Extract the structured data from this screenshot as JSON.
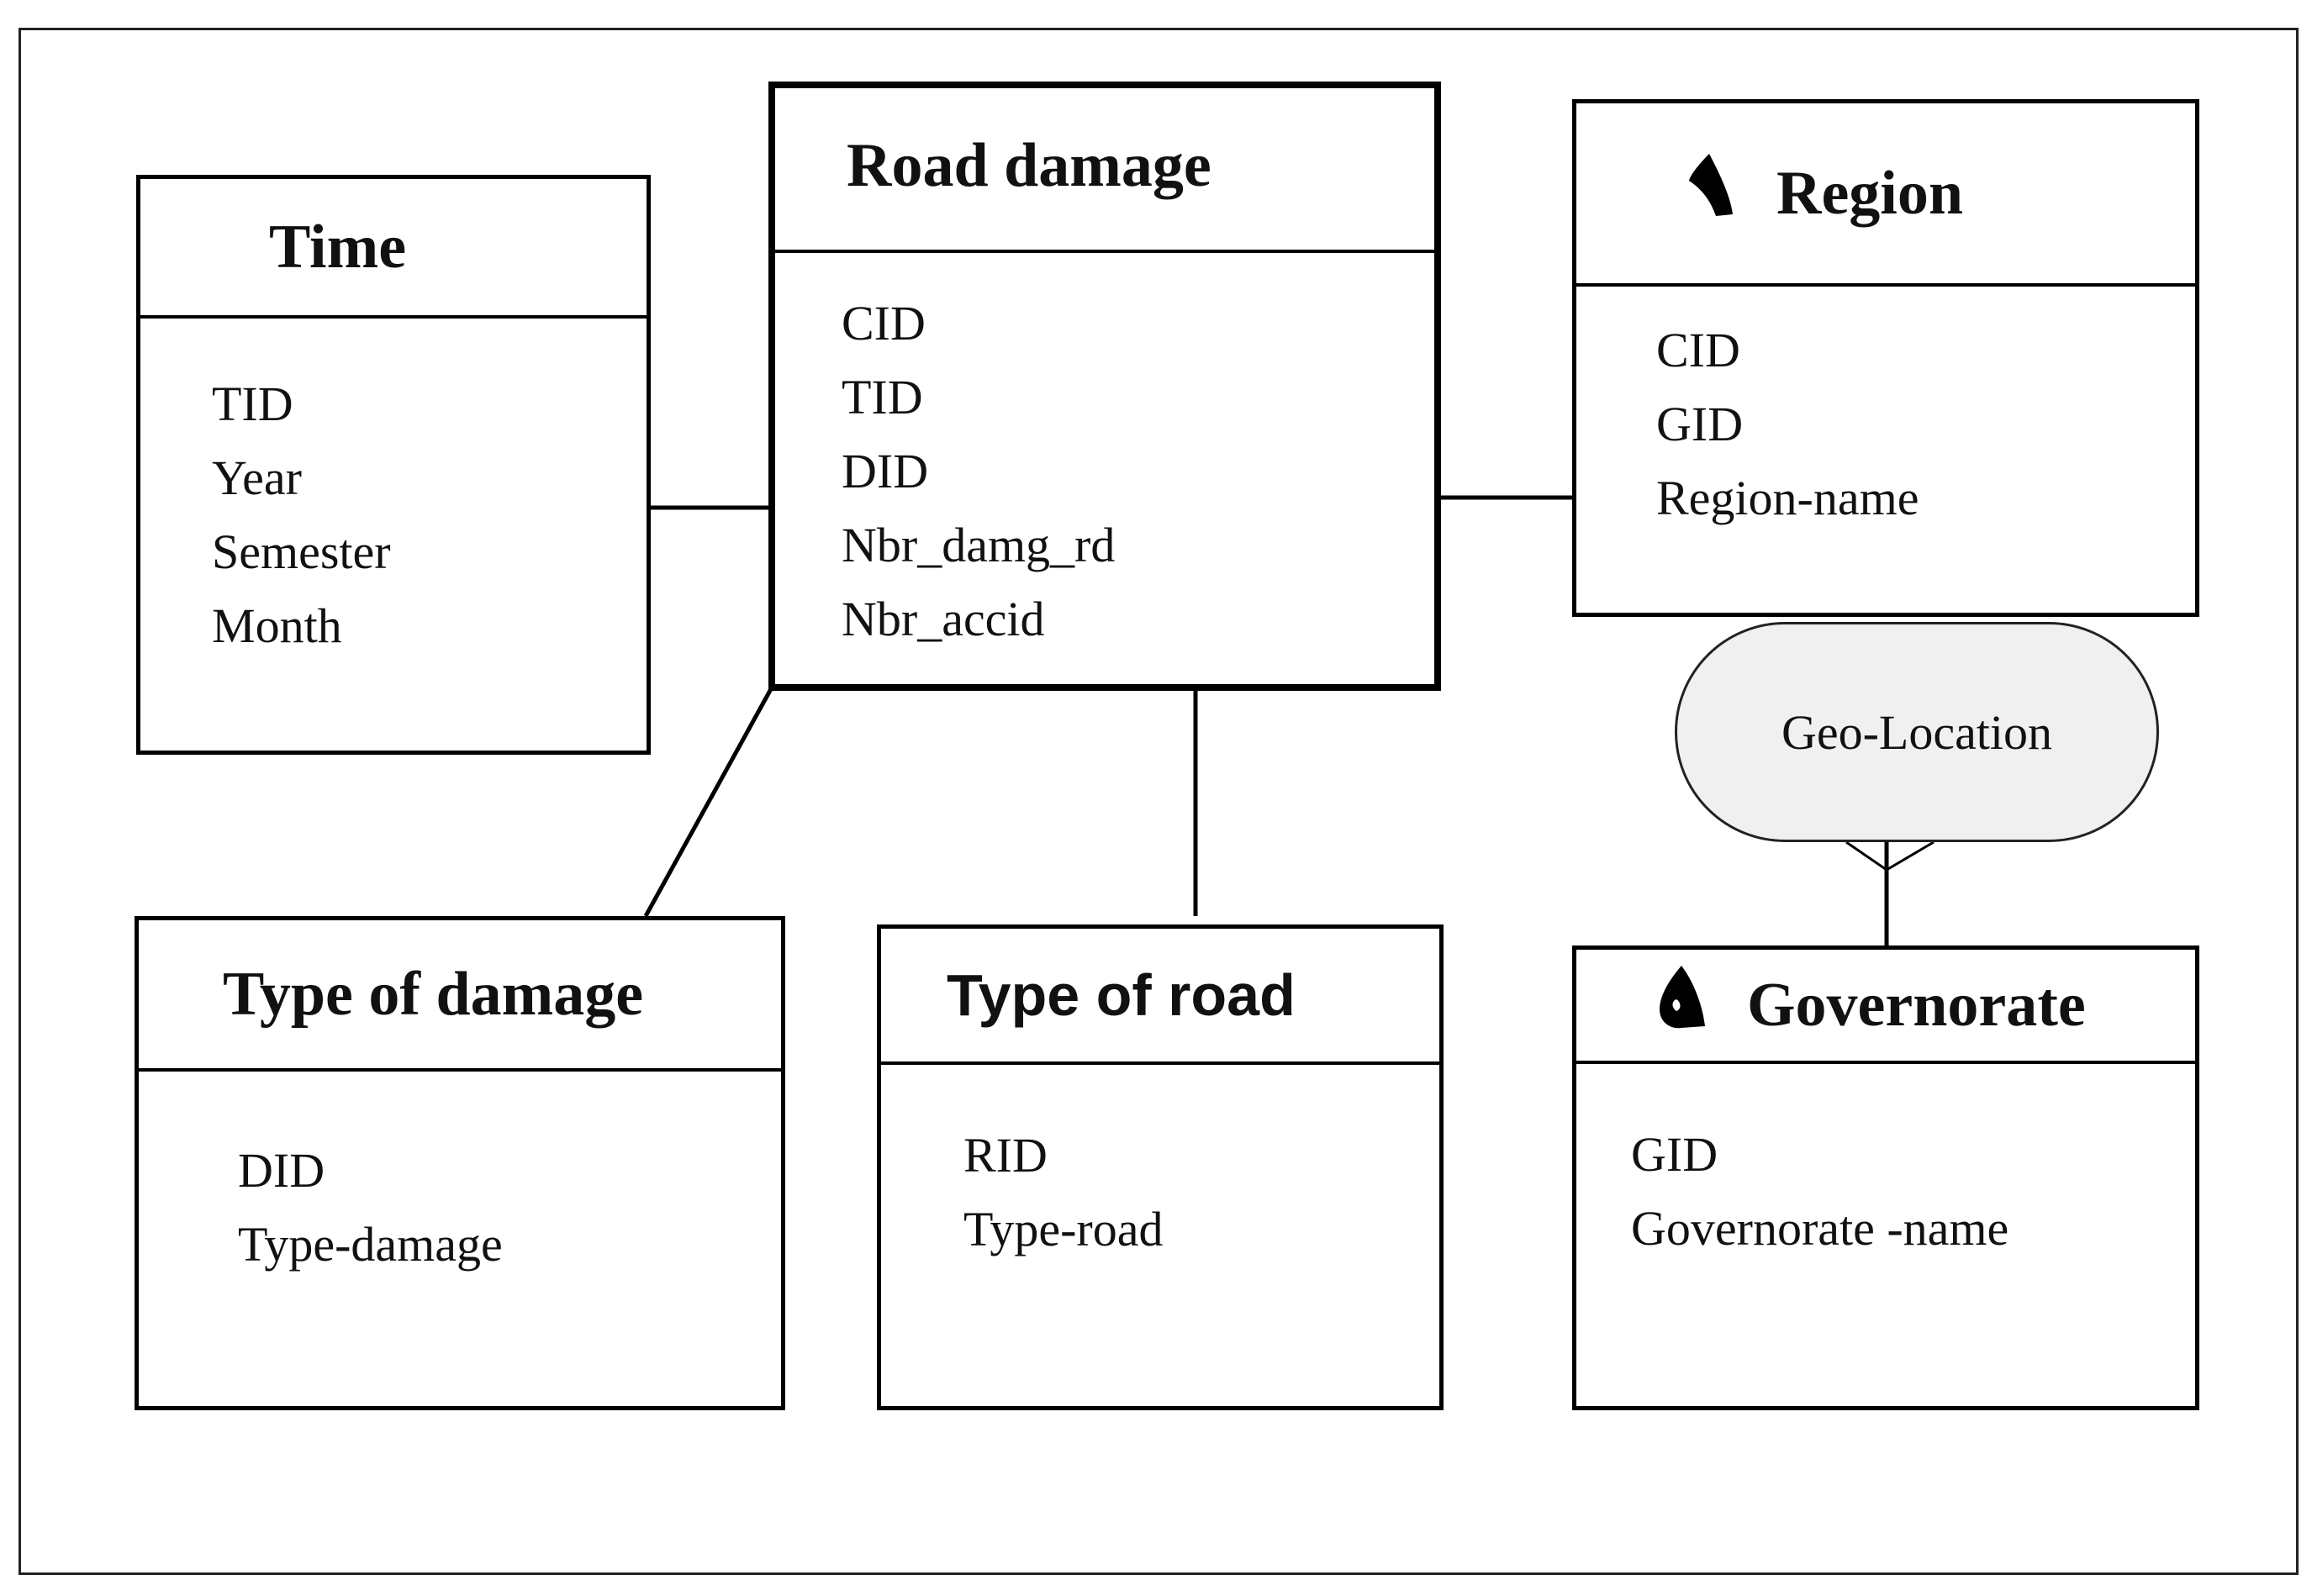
{
  "diagram": {
    "fact": {
      "title": "Road damage",
      "attributes": [
        "CID",
        "TID",
        "DID",
        "Nbr_damg_rd",
        "Nbr_accid"
      ]
    },
    "time": {
      "title": "Time",
      "attributes": [
        "TID",
        "Year",
        "Semester",
        "Month"
      ]
    },
    "region": {
      "title": "Region",
      "icon": "geo-shape-icon",
      "attributes": [
        "CID",
        "GID",
        "Region-name"
      ]
    },
    "type_of_damage": {
      "title": "Type of damage",
      "attributes": [
        "DID",
        "Type-damage"
      ]
    },
    "type_of_road": {
      "title": "Type of road",
      "attributes": [
        "RID",
        "Type-road"
      ]
    },
    "governorate": {
      "title": "Governorate",
      "icon": "geo-shape-icon",
      "attributes": [
        "GID",
        "Governorate -name"
      ]
    },
    "hierarchy": {
      "label": "Geo-Location"
    }
  }
}
